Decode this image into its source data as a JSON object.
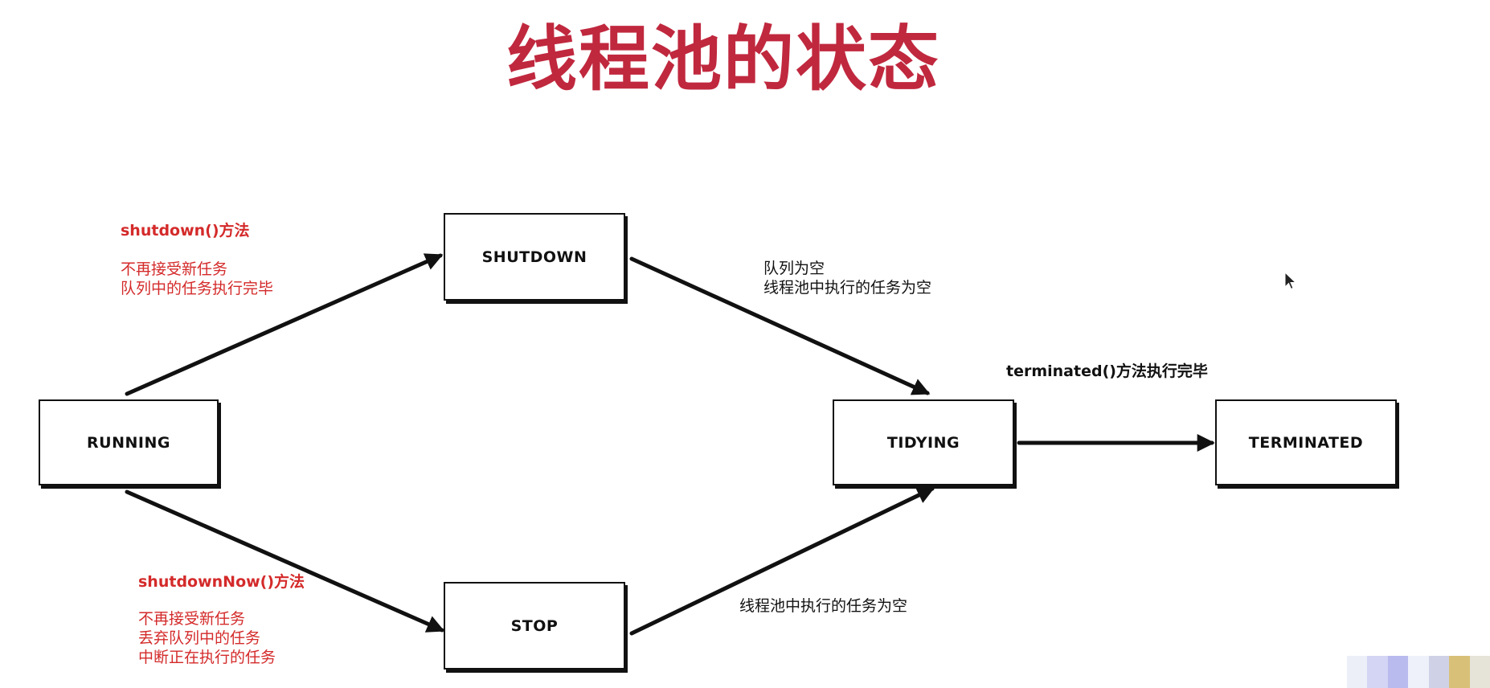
{
  "title": "线程池的状态",
  "nodes": {
    "running": "RUNNING",
    "shutdown": "SHUTDOWN",
    "stop": "STOP",
    "tidying": "TIDYING",
    "terminated": "TERMINATED"
  },
  "labels": {
    "running_to_shutdown": {
      "method": "shutdown()方法",
      "lines": [
        "不再接受新任务",
        "队列中的任务执行完毕"
      ]
    },
    "running_to_stop": {
      "method": "shutdownNow()方法",
      "lines": [
        "不再接受新任务",
        "丢弃队列中的任务",
        "中断正在执行的任务"
      ]
    },
    "shutdown_to_tidying": {
      "lines": [
        "队列为空",
        "线程池中执行的任务为空"
      ]
    },
    "stop_to_tidying": {
      "lines": [
        "线程池中执行的任务为空"
      ]
    },
    "tidying_to_terminated": {
      "method": "terminated()方法执行完毕"
    }
  },
  "colors": {
    "title": "#c0283e",
    "annotation_red": "#d42a2a",
    "annotation_black": "#111111",
    "stroke": "#111111"
  },
  "icons": {
    "cursor": "mouse-pointer-icon"
  }
}
